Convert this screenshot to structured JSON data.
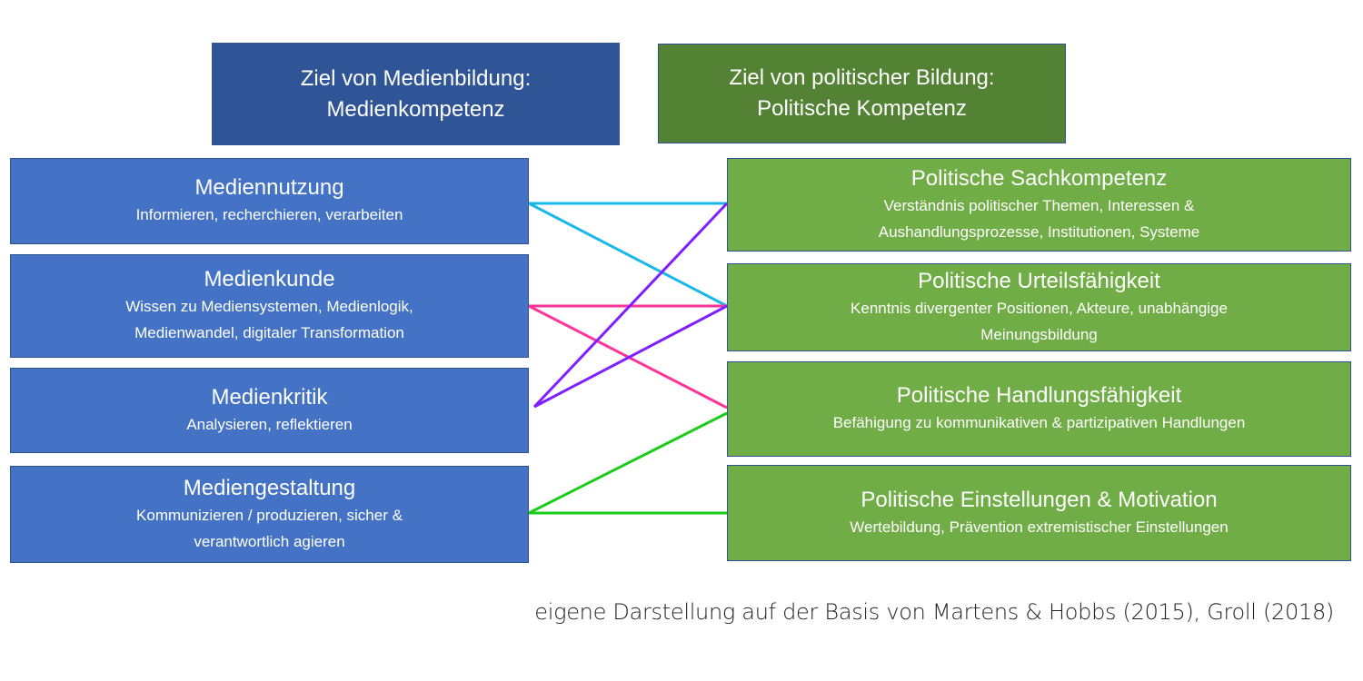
{
  "goals": {
    "media": {
      "line1": "Ziel von Medienbildung:",
      "line2": "Medienkompetenz",
      "color": "#2f5597"
    },
    "political": {
      "line1": "Ziel von politischer Bildung:",
      "line2": "Politische Kompetenz",
      "color": "#548235"
    }
  },
  "media_competencies": [
    {
      "title": "Mediennutzung",
      "desc": [
        "Informieren, recherchieren, verarbeiten"
      ]
    },
    {
      "title": "Medienkunde",
      "desc": [
        "Wissen zu Mediensystemen, Medienlogik,",
        "Medienwandel, digitaler Transformation"
      ]
    },
    {
      "title": "Medienkritik",
      "desc": [
        "Analysieren, reflektieren"
      ]
    },
    {
      "title": "Mediengestaltung",
      "desc": [
        "Kommunizieren / produzieren, sicher  &",
        "verantwortlich agieren"
      ]
    }
  ],
  "political_competencies": [
    {
      "title": "Politische Sachkompetenz",
      "desc": [
        "Verständnis politischer Themen, Interessen &",
        "Aushandlungsprozesse, Institutionen, Systeme"
      ]
    },
    {
      "title": "Politische Urteilsfähigkeit",
      "desc": [
        "Kenntnis divergenter Positionen, Akteure, unabhängige",
        "Meinungsbildung"
      ]
    },
    {
      "title": "Politische Handlungsfähigkeit",
      "desc": [
        "Befähigung zu kommunikativen & partizipativen Handlungen"
      ]
    },
    {
      "title": "Politische Einstellungen & Motivation",
      "desc": [
        "Wertebildung, Prävention extremistischer Einstellungen"
      ]
    }
  ],
  "connections": [
    {
      "from": "Mediennutzung",
      "to": "Politische Sachkompetenz",
      "color": "#1ab7ea"
    },
    {
      "from": "Mediennutzung",
      "to": "Politische Urteilsfähigkeit",
      "color": "#1ab7ea"
    },
    {
      "from": "Medienkunde",
      "to": "Politische Urteilsfähigkeit",
      "color": "#ff3399"
    },
    {
      "from": "Medienkunde",
      "to": "Politische Handlungsfähigkeit",
      "color": "#ff3399"
    },
    {
      "from": "Medienkritik",
      "to": "Politische Sachkompetenz",
      "color": "#7f1fff"
    },
    {
      "from": "Medienkritik",
      "to": "Politische Urteilsfähigkeit",
      "color": "#7f1fff"
    },
    {
      "from": "Mediengestaltung",
      "to": "Politische Handlungsfähigkeit",
      "color": "#19cc19"
    },
    {
      "from": "Mediengestaltung",
      "to": "Politische Einstellungen & Motivation",
      "color": "#19cc19"
    }
  ],
  "caption": "eigene Darstellung auf der Basis von Martens & Hobbs (2015), Groll (2018)"
}
